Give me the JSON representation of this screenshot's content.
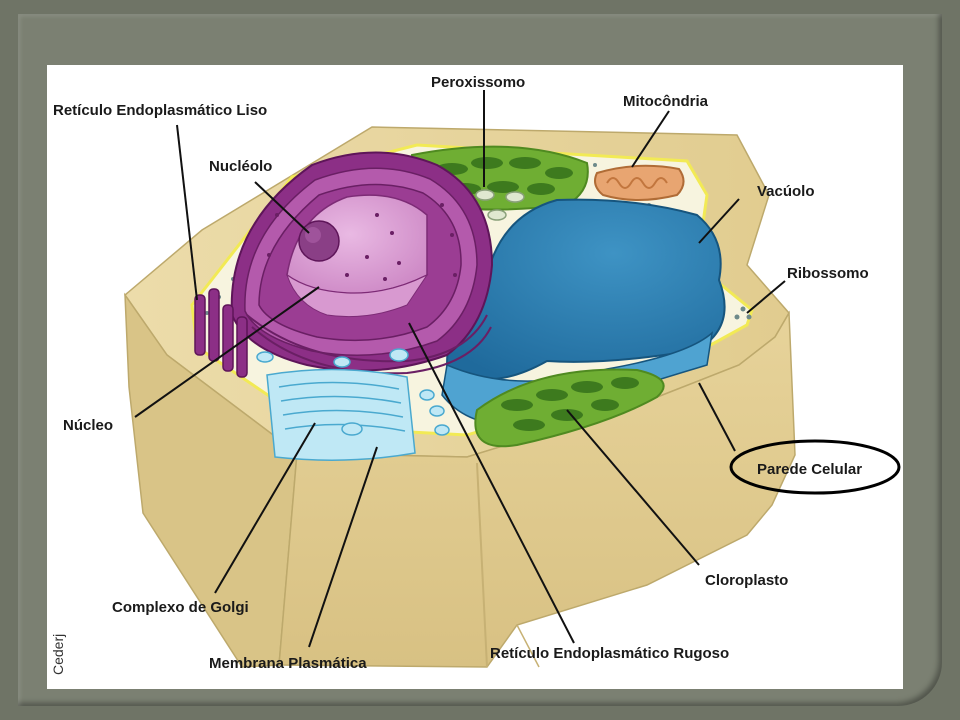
{
  "diagram": {
    "labels": {
      "reticulo_liso": "Retículo Endoplasmático Liso",
      "nucleolo": "Nucléolo",
      "peroxissomo": "Peroxissomo",
      "mitocondria": "Mitocôndria",
      "vacuolo": "Vacúolo",
      "ribossomo": "Ribossomo",
      "nucleo": "Núcleo",
      "parede_celular": "Parede Celular",
      "cloroplasto": "Cloroplasto",
      "complexo_golgi": "Complexo de Golgi",
      "membrana_plasmatica": "Membrana Plasmática",
      "reticulo_rugoso": "Retículo Endoplasmático Rugoso"
    },
    "credit": "Cederj",
    "highlighted_label": "parede_celular"
  },
  "colors": {
    "frame": "#7b8072",
    "background": "#6f7466",
    "cell_wall": "#e9d59b",
    "cell_wall_dark": "#d2bd7c",
    "membrane": "#f4f06a",
    "vacuole": "#2f7fb2",
    "nucleus": "#9b3d93",
    "chloroplast": "#6fae33",
    "golgi": "#bfe8f5",
    "mitochondria": "#e8a571"
  }
}
